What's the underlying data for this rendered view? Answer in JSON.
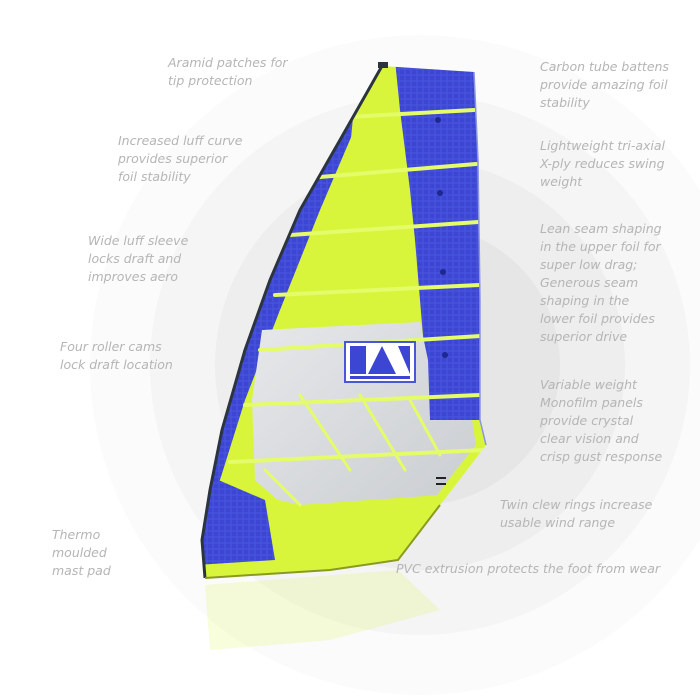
{
  "features": {
    "aramid": "Aramid patches for\ntip protection",
    "luff_curve": "Increased luff curve\nprovides superior\nfoil stability",
    "luff_sleeve": "Wide luff sleeve\nlocks draft and\nimproves aero",
    "roller_cams": "Four roller cams\nlock draft location",
    "mast_pad": "Thermo\nmoulded\nmast pad",
    "battens": "Carbon tube battens\nprovide amazing foil\nstability",
    "xply": "Lightweight tri-axial\nX-ply reduces swing\nweight",
    "seam": "Lean seam shaping\nin the upper foil for\nsuper low drag;\nGenerous seam\nshaping in the\nlower foil provides\nsuperior drive",
    "monofilm": "Variable weight\nMonofilm panels\nprovide crystal\nclear vision and\ncrisp gust response",
    "clew_rings": "Twin clew rings increase\nusable wind range",
    "pvc": "PVC extrusion protects the foot from wear"
  },
  "colors": {
    "neon_yellow": "#d8f53c",
    "blue": "#3c46d2",
    "window_grey": "#d7d9dc",
    "label_grey": "#b5b5b5"
  }
}
